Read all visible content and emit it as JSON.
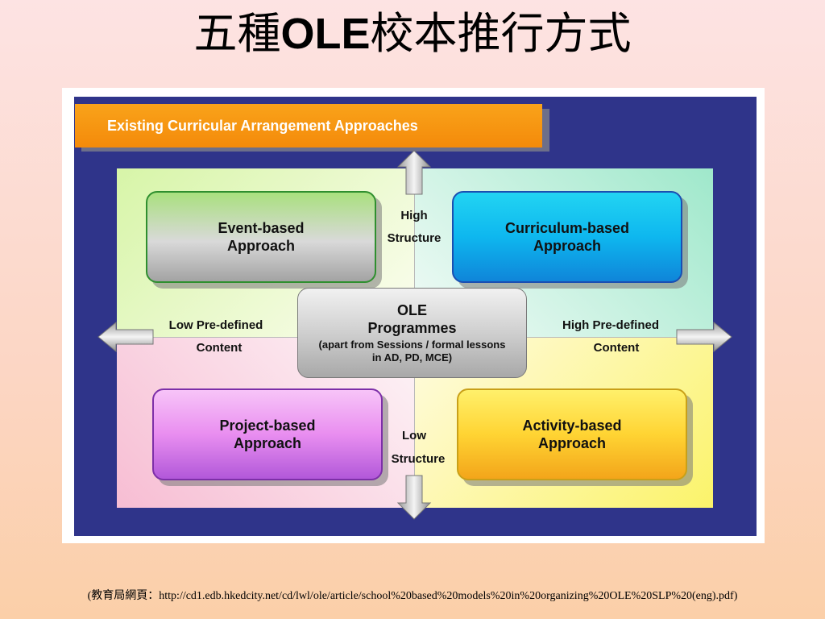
{
  "slide": {
    "title_prefix": "五種",
    "title_mid": "OLE",
    "title_suffix": "校本推行方式",
    "source": "(教育局網頁：http://cd1.edb.hkedcity.net/cd/lwl/ole/article/school%20based%20models%20in%20organizing%20OLE%20SLP%20(eng).pdf)"
  },
  "diagram": {
    "banner": "Existing Curricular Arrangement Approaches",
    "axis": {
      "top_line1": "High",
      "top_line2": "Structure",
      "bottom_line1": "Low",
      "bottom_line2": "Structure",
      "left_line1": "Low Pre-defined",
      "left_line2": "Content",
      "right_line1": "High Pre-defined",
      "right_line2": "Content"
    },
    "boxes": {
      "event": {
        "line1": "Event-based",
        "line2": "Approach"
      },
      "curriculum": {
        "line1": "Curriculum-based",
        "line2": "Approach"
      },
      "project": {
        "line1": "Project-based",
        "line2": "Approach"
      },
      "activity": {
        "line1": "Activity-based",
        "line2": "Approach"
      },
      "ole": {
        "line1": "OLE",
        "line2": "Programmes",
        "line3": "(apart from Sessions / formal lessons",
        "line4": "in AD, PD, MCE)"
      }
    }
  },
  "colors": {
    "panel": "#2f348a",
    "banner": "#f48a0a",
    "event": "#a9e07e",
    "curriculum": "#0eb7ef",
    "project": "#e98ef0",
    "activity": "#ffd433",
    "ole": "#cfcfcf"
  }
}
